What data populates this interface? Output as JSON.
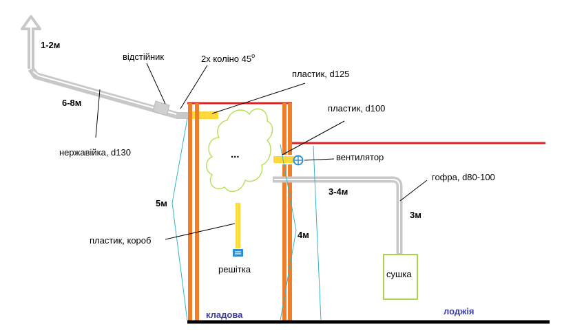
{
  "labels": {
    "height_top": "1-2м",
    "settler": "відстійник",
    "elbows_prefix": "2х коліно 45",
    "elbows_degree": "o",
    "plastic_125": "пластик, d125",
    "length_diag": "6-8м",
    "plastic_100": "пластик, d100",
    "stainless": "нержавійка, d130",
    "cloud_dots": "...",
    "fan": "вентилятор",
    "corrugated": "гофра, d80-100",
    "height_5": "5м",
    "length_34": "3-4м",
    "height_3": "3м",
    "plastic_box": "пластик, короб",
    "height_4": "4м",
    "grille": "решітка",
    "dryer": "сушка",
    "pantry": "кладова",
    "loggia": "лоджія"
  },
  "colors": {
    "pipe_gray": "#c8c8c8",
    "wall_orange": "#f07d28",
    "roof_red": "#e02020",
    "duct_yellow": "#ffd83a",
    "cloud_green": "#b9e05a",
    "dryer_green": "#a8d44a",
    "guide_cyan": "#2fb6c8",
    "fan_blue": "#2e8fd0",
    "floor_black": "#000000",
    "room_text": "#3b3b9e"
  }
}
